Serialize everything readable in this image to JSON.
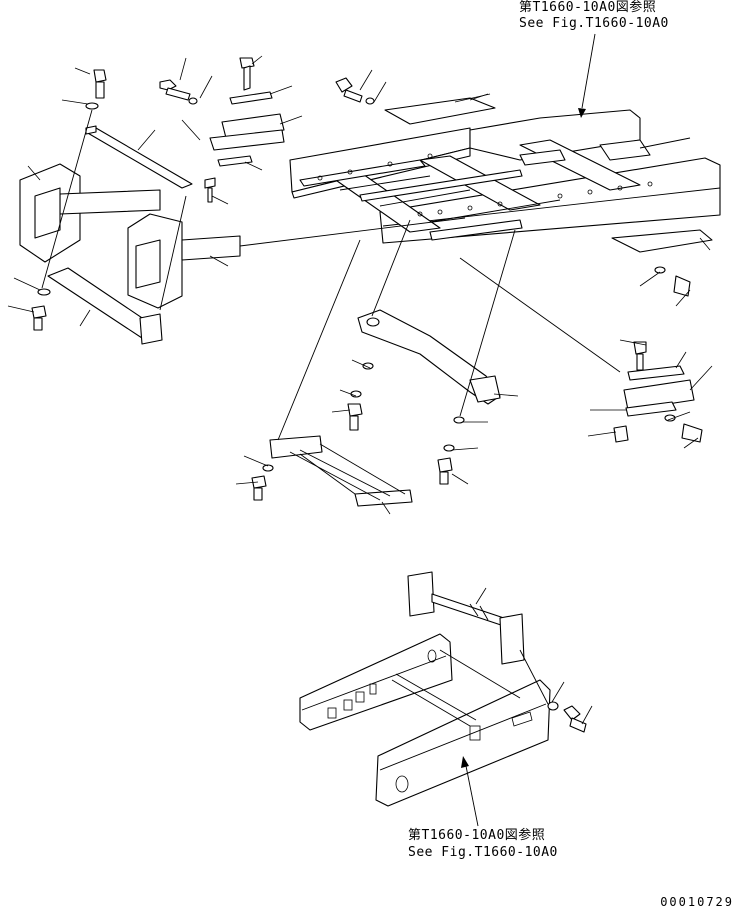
{
  "references": {
    "top": {
      "jp": "第T1660-10A0図参照",
      "en": "See Fig.T1660-10A0"
    },
    "bottom": {
      "jp": "第T1660-10A0図参照",
      "en": "See Fig.T1660-10A0"
    }
  },
  "drawing_number": "00010729"
}
